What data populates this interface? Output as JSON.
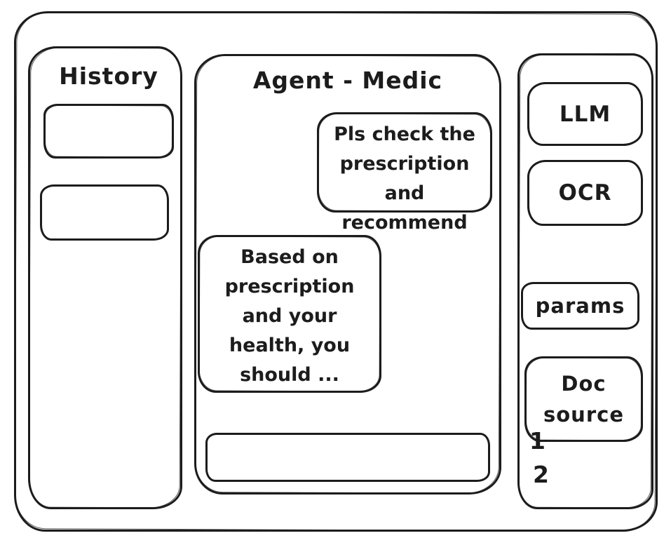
{
  "history_panel": {
    "title": "History",
    "items": [
      {
        "label": ""
      },
      {
        "label": ""
      }
    ]
  },
  "chat_panel": {
    "title": "Agent - Medic",
    "messages": [
      {
        "role": "user",
        "text": "Pls check the prescription and recommend",
        "lines": [
          "Pls check the",
          "prescription",
          "and recommend"
        ]
      },
      {
        "role": "agent",
        "text": "Based on prescription and your health, you should ...",
        "lines": [
          "Based on",
          "prescription",
          "and your",
          "health, you",
          "should ..."
        ]
      }
    ],
    "input": {
      "value": "",
      "placeholder": ""
    }
  },
  "tools_panel": {
    "buttons": [
      {
        "label": "LLM"
      },
      {
        "label": "OCR"
      },
      {
        "label": "params"
      },
      {
        "label": "Doc source",
        "lines": [
          "Doc",
          "source"
        ]
      }
    ],
    "doc_source_items": [
      "1",
      "2"
    ]
  },
  "colors": {
    "ink": "#1c1c1c",
    "background": "#ffffff"
  }
}
